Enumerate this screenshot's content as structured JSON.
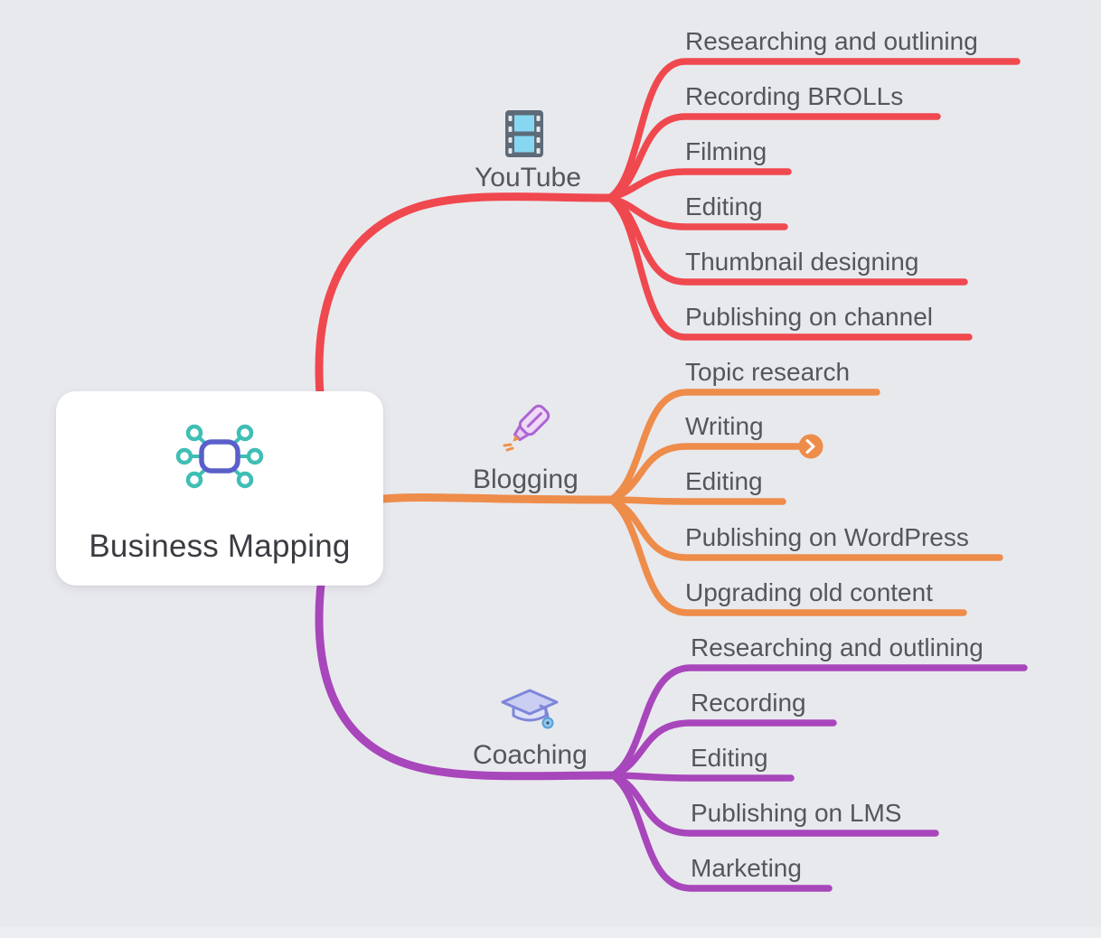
{
  "root": {
    "label": "Business Mapping",
    "icon": "mindmap-icon"
  },
  "branches": [
    {
      "label": "YouTube",
      "icon": "film-strip-icon",
      "color": "#f0484f",
      "children": [
        {
          "label": "Researching and outlining"
        },
        {
          "label": "Recording BROLLs"
        },
        {
          "label": "Filming"
        },
        {
          "label": "Editing"
        },
        {
          "label": "Thumbnail designing"
        },
        {
          "label": "Publishing on channel"
        }
      ]
    },
    {
      "label": "Blogging",
      "icon": "marker-pen-icon",
      "color": "#ee8c4a",
      "children": [
        {
          "label": "Topic research"
        },
        {
          "label": "Writing",
          "has_collapsed_children": true,
          "collapse_badge_icon": "chevron-right-icon"
        },
        {
          "label": "Editing"
        },
        {
          "label": "Publishing on WordPress"
        },
        {
          "label": "Upgrading old content"
        }
      ]
    },
    {
      "label": "Coaching",
      "icon": "graduation-cap-icon",
      "color": "#a846bb",
      "children": [
        {
          "label": "Researching and outlining"
        },
        {
          "label": "Recording"
        },
        {
          "label": "Editing"
        },
        {
          "label": "Publishing on LMS"
        },
        {
          "label": "Marketing"
        }
      ]
    }
  ],
  "colors": {
    "background": "#e8e9ed",
    "card": "#ffffff",
    "text": "#54565b",
    "root_text": "#3a3c41",
    "youtube": "#f0484f",
    "blogging": "#ee8c4a",
    "coaching": "#a846bb"
  }
}
